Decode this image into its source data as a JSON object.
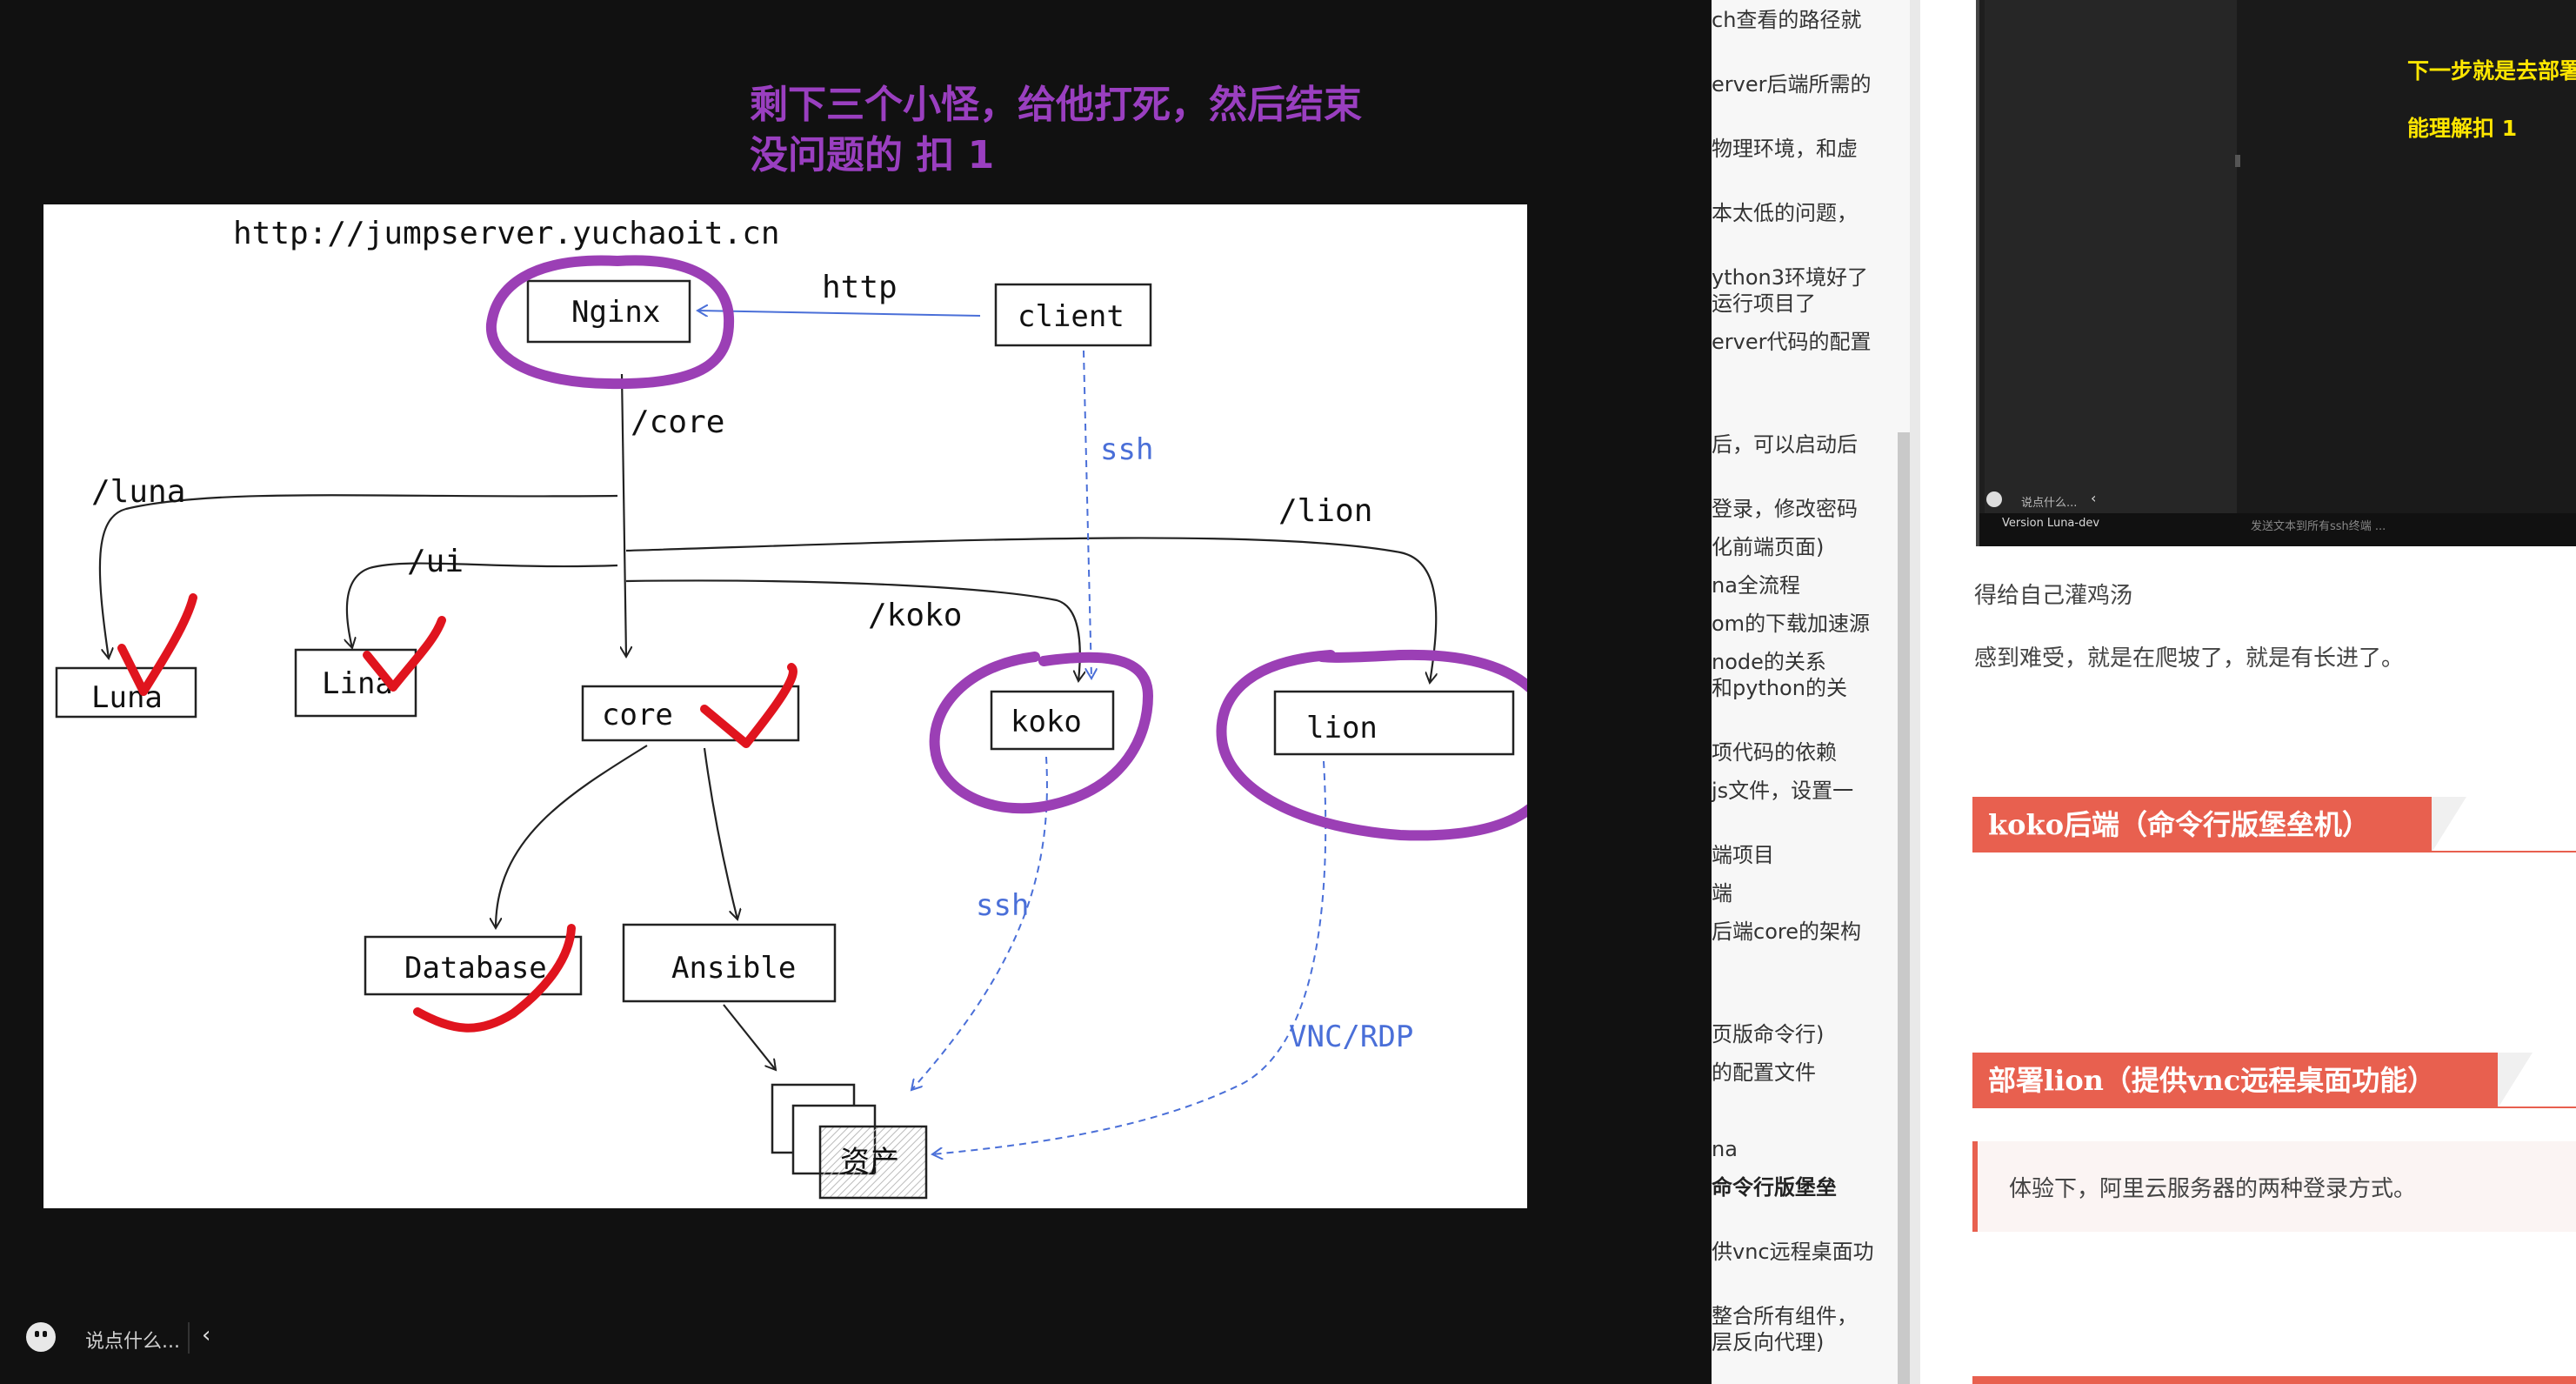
{
  "banner": {
    "line1": "剩下三个小怪，给他打死，然后结束",
    "line2": "没问题的 扣 1"
  },
  "whiteboard": {
    "url": "http://jumpserver.yuchaoit.cn",
    "nodes": {
      "nginx": "Nginx",
      "client": "client",
      "luna": "Luna",
      "lina": "Lina",
      "core": "core",
      "koko": "koko",
      "lion": "lion",
      "database": "Database",
      "ansible": "Ansible",
      "asset": "资产"
    },
    "edges": {
      "http": "http",
      "core_path": "/core",
      "ssh_client": "ssh",
      "luna_path": "/luna",
      "ui_path": "/ui",
      "lion_path": "/lion",
      "koko_path": "/koko",
      "ssh_koko": "ssh",
      "vnc": "VNC/RDP"
    },
    "colors": {
      "circle": "#9b3fb5",
      "check": "#e0141e",
      "dashed": "#4a6fd8"
    }
  },
  "chat": {
    "placeholder": "说点什么..."
  },
  "toc": {
    "items": [
      "ch查看的路径就",
      "erver后端所需的",
      "物理环境，和虚",
      "本太低的问题，",
      "ython3环境好了",
      "运行项目了",
      "erver代码的配置",
      "后，可以启动后",
      "登录，修改密码",
      "化前端页面)",
      "na全流程",
      "om的下载加速源",
      "node的关系",
      "和python的关",
      "项代码的依赖",
      "js文件，设置一",
      "端项目",
      "端",
      "后端core的架构",
      "页版命令行)",
      "的配置文件",
      "na",
      "命令行版堡垒",
      "供vnc远程桌面功",
      "整合所有组件，",
      "层反向代理)"
    ]
  },
  "article": {
    "terminal": {
      "line1": "下一步就是去部署",
      "line2": "能理解扣  1",
      "chat": "说点什么...",
      "version": "Version Luna-dev",
      "hint": "发送文本到所有ssh终端 ..."
    },
    "para1": "得给自己灌鸡汤",
    "para2": "感到难受，就是在爬坡了，就是有长进了。",
    "heading1": "koko后端（命令行版堡垒机）",
    "heading2": "部署lion（提供vnc远程桌面功能）",
    "quote": "体验下，阿里云服务器的两种登录方式。"
  }
}
